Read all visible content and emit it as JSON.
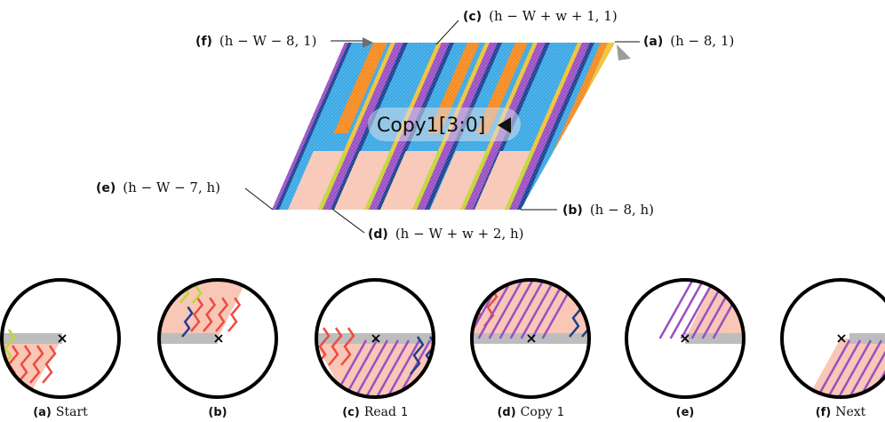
{
  "diagram": {
    "corners": {
      "a": {
        "tag": "(a)",
        "expr": "(h − 8, 1)"
      },
      "b": {
        "tag": "(b)",
        "expr": "(h − 8, h)"
      },
      "c": {
        "tag": "(c)",
        "expr": "(h − W + w + 1, 1)"
      },
      "d": {
        "tag": "(d)",
        "expr": "(h − W + w + 2, h)"
      },
      "e": {
        "tag": "(e)",
        "expr": "(h − W − 7, h)"
      },
      "f": {
        "tag": "(f)",
        "expr": "(h − W − 8, 1)"
      }
    },
    "copy_label": {
      "name": "Copy1",
      "bracket": "[3:0]"
    },
    "colors": {
      "blue": "#3aa8e4",
      "orange": "#f58a1f",
      "purple": "#9b4fc4",
      "navy": "#1d3f8f",
      "yellow": "#f2c230",
      "peach": "#f8c7b6",
      "red": "#ee4b40",
      "lime": "#bfd832",
      "gray": "#bdbdbd"
    }
  },
  "panels": [
    {
      "tag": "(a)",
      "caption": "Start",
      "code": ""
    },
    {
      "tag": "(b)",
      "caption": "",
      "code": ""
    },
    {
      "tag": "(c)",
      "caption": "Read",
      "code": "1"
    },
    {
      "tag": "(d)",
      "caption": "Copy",
      "code": "1"
    },
    {
      "tag": "(e)",
      "caption": "",
      "code": ""
    },
    {
      "tag": "(f)",
      "caption": "Next",
      "code": ""
    }
  ]
}
